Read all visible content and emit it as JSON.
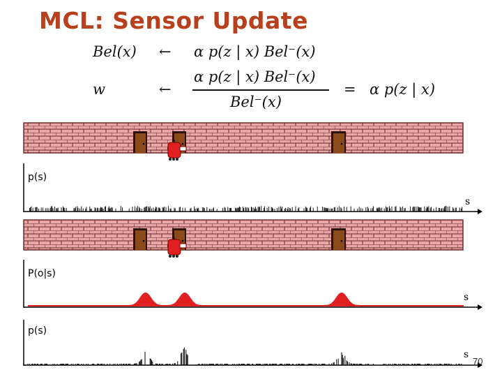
{
  "title": "MCL: Sensor Update",
  "equations": {
    "line1_lhs": "Bel(x)",
    "arrow": "←",
    "line1_rhs": "α p(z | x) Bel⁻(x)",
    "line2_lhs": "w",
    "frac_num": "α p(z | x) Bel⁻(x)",
    "frac_den": "Bel⁻(x)",
    "equals": "=",
    "line2_rhs": "α p(z | x)"
  },
  "panels": {
    "prior_label": "p(s)",
    "likelihood_label": "P(o|s)",
    "posterior_label": "p(s)",
    "axis_label": "s"
  },
  "page_number": "70",
  "colors": {
    "title": "#b8401c",
    "brick": "#e8a6a6",
    "mortar": "#6e2a2a",
    "door": "#8a4a1a",
    "robot": "#e02020",
    "curve": "#e02020"
  },
  "doors": [
    0.28,
    0.37,
    0.72
  ],
  "robot_position": 0.36,
  "likelihood_peaks": [
    0.27,
    0.36,
    0.72
  ],
  "posterior_peaks": [
    0.36
  ]
}
